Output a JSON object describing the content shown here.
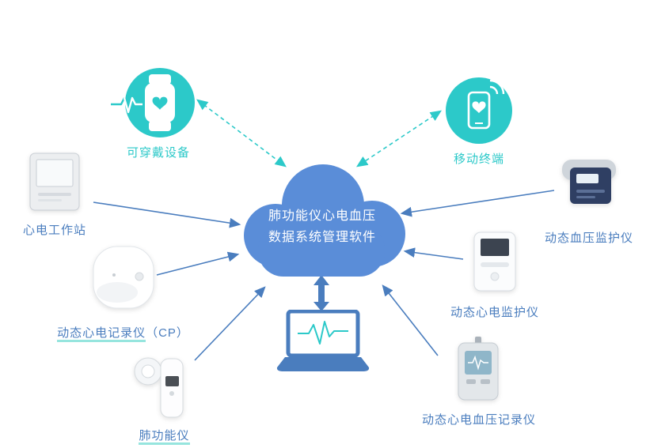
{
  "cloud": {
    "line1": "肺功能仪心电血压",
    "line2": "数据系统管理软件"
  },
  "nodes": {
    "wearable": {
      "label": "可穿戴设备",
      "icon": "smartwatch-heart-icon"
    },
    "mobile": {
      "label": "移动终端",
      "icon": "smartphone-heart-icon"
    },
    "ecg_workstation": {
      "label": "心电工作站",
      "icon": "ecg-workstation-photo"
    },
    "holter_recorder": {
      "label_main": "动态心电记录仪",
      "label_suffix": "（CP）",
      "icon": "holter-recorder-photo"
    },
    "spirometer": {
      "label": "肺功能仪",
      "icon": "spirometer-photo"
    },
    "bp_monitor": {
      "label": "动态血压监护仪",
      "icon": "bp-monitor-photo"
    },
    "ecg_monitor": {
      "label": "动态心电监护仪",
      "icon": "ecg-monitor-photo"
    },
    "ecg_bp_recorder": {
      "label": "动态心电血压记录仪",
      "icon": "ecg-bp-recorder-photo"
    },
    "laptop": {
      "icon": "laptop-ecg-icon"
    }
  },
  "colors": {
    "cloud_blue": "#5a8dd8",
    "arrow_blue": "#4a7dbe",
    "label_blue": "#4a7dbe",
    "teal": "#2cc9c9"
  }
}
